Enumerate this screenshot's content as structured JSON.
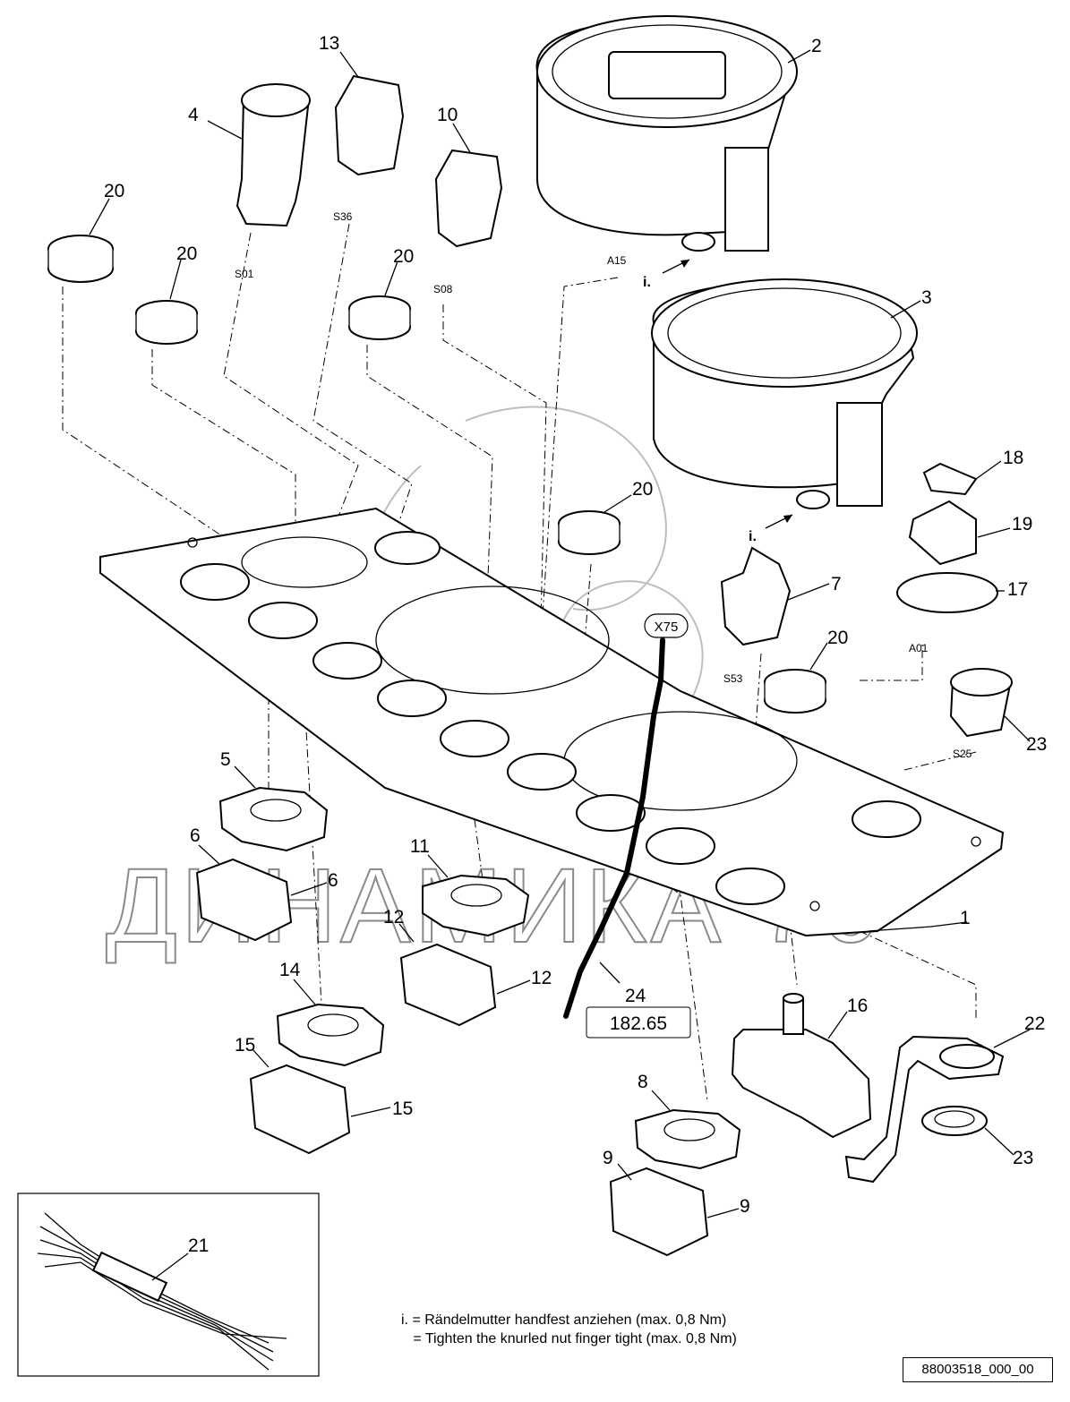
{
  "drawing": {
    "part_numbers": [
      "1",
      "2",
      "3",
      "4",
      "5",
      "6",
      "6",
      "7",
      "8",
      "9",
      "9",
      "10",
      "11",
      "12",
      "12",
      "13",
      "14",
      "15",
      "15",
      "16",
      "17",
      "18",
      "19",
      "20",
      "20",
      "20",
      "20",
      "20",
      "21",
      "22",
      "23",
      "23",
      "24"
    ],
    "reference_designators": [
      "S01",
      "S36",
      "S08",
      "A15",
      "A01",
      "S53",
      "S25"
    ],
    "connector_tag": "X75",
    "cable_length": "182.65",
    "knurled_nut_marker": "i.",
    "note_line1": "i. = Rändelmutter handfest anziehen (max. 0,8 Nm)",
    "note_line2": "   = Tighten the knurled nut finger tight (max. 0,8 Nm)",
    "document_number": "88003518_000_00",
    "watermark": "ДИНАМИКА 76"
  }
}
